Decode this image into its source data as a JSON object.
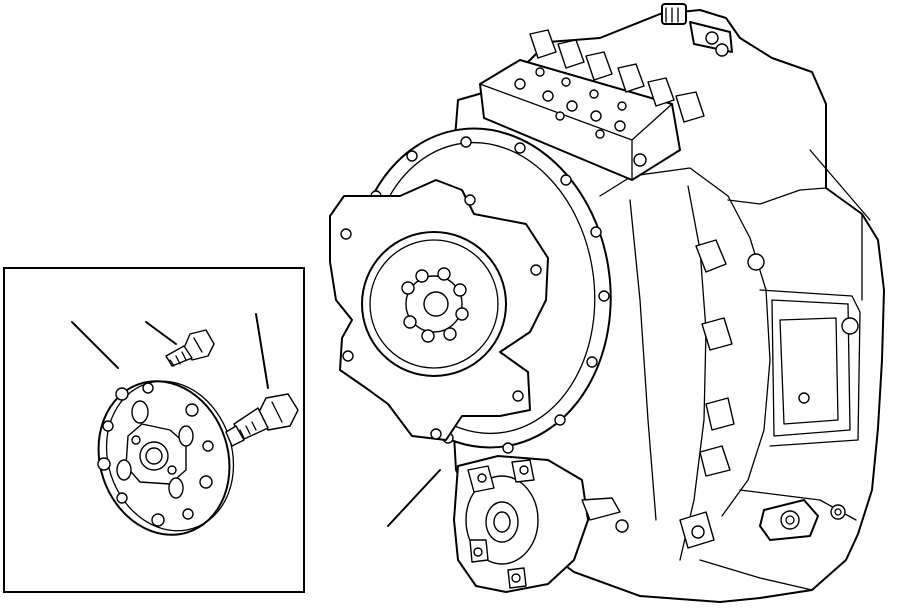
{
  "figure": {
    "main_view": "transmission-assembly",
    "detail_view": "flexplate-and-bolts",
    "leader_lines": 4,
    "colors": {
      "line": "#000000",
      "background": "#ffffff"
    }
  }
}
